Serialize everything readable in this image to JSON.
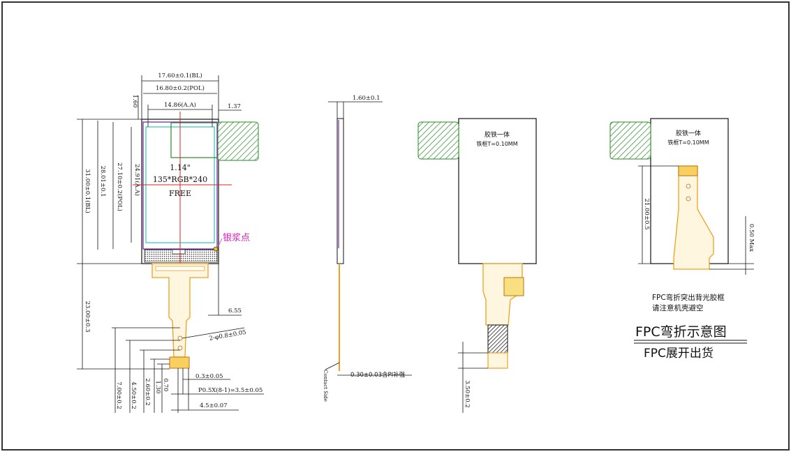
{
  "front_view": {
    "dims": {
      "bl_width": "17.60±0.1(BL)",
      "pol_width": "16.80±0.2(POL)",
      "aa_width": "14.86(A.A)",
      "right_offset": "1.37",
      "top_offset": "1.60",
      "bl_height": "31.00±0.1(BL)",
      "glass_height": "28.01±0.1",
      "pol_height": "27.10±0.2(POL)",
      "aa_height": "24.91(A.A)",
      "fpc_length": "23.00±0.3",
      "fpc_offset": "6.55",
      "holes": "2-φ0.8±0.05",
      "pitch_width": "0.3±0.05",
      "pitch_formula": "P0.5X(8-1)=3.5±0.05",
      "contact_width": "4.5±0.07",
      "d1": "7.00±0.2",
      "d2": "4.50±0.2",
      "d3": "2.60±0.2",
      "d4": "1.30",
      "d5": "0.70"
    },
    "panel_label": {
      "size": "1.14\"",
      "resolution": "135*RGB*240",
      "note": "FREE"
    },
    "silver_paste": "银浆点"
  },
  "side_view": {
    "thickness": "1.60±0.1",
    "stiffener": "0.30±0.03含PI补强",
    "contact_side": "Contact Side"
  },
  "back_view": {
    "label1": "胶铁一体",
    "label2": "铁框T=0.10MM",
    "bottom_dim": "3.50±0.2"
  },
  "bent_view": {
    "label1": "胶铁一体",
    "label2": "铁框T=0.10MM",
    "fpc_dim": "21.00±0.5",
    "max_dim": "0.50 Max",
    "note1": "FPC弯折突出背光胶框",
    "note2": "请注意机壳避空",
    "legend_top": "FPC弯折示意图",
    "legend_bottom": "FPC展开出货"
  },
  "colors": {
    "fpc": "#f0a020",
    "hatch": "#2a8a2a",
    "aa": "#40c8c8",
    "pol": "#7030a0",
    "center": "#e02020",
    "silver_label": "#e020c0"
  }
}
